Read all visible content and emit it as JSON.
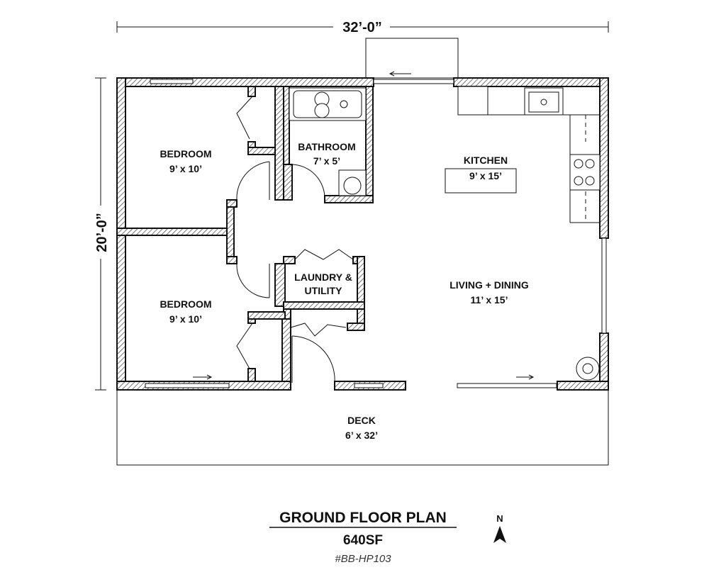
{
  "plan": {
    "overall_width": "32’-0”",
    "overall_depth": "20’-0”",
    "rooms": [
      {
        "name": "BEDROOM",
        "size": "9’ x 10’"
      },
      {
        "name": "BATHROOM",
        "size": "7’ x 5’"
      },
      {
        "name": "KITCHEN",
        "size": "9’ x 15’"
      },
      {
        "name": "LAUNDRY &",
        "size": "UTILITY"
      },
      {
        "name": "LIVING + DINING",
        "size": "11’ x 15’"
      },
      {
        "name": "BEDROOM",
        "size": "9’ x 10’"
      },
      {
        "name": "DECK",
        "size": "6’ x 32’"
      }
    ]
  },
  "footer": {
    "title": "GROUND FLOOR PLAN",
    "area": "640SF",
    "code": "#BB-HP103",
    "north_label": "N"
  }
}
